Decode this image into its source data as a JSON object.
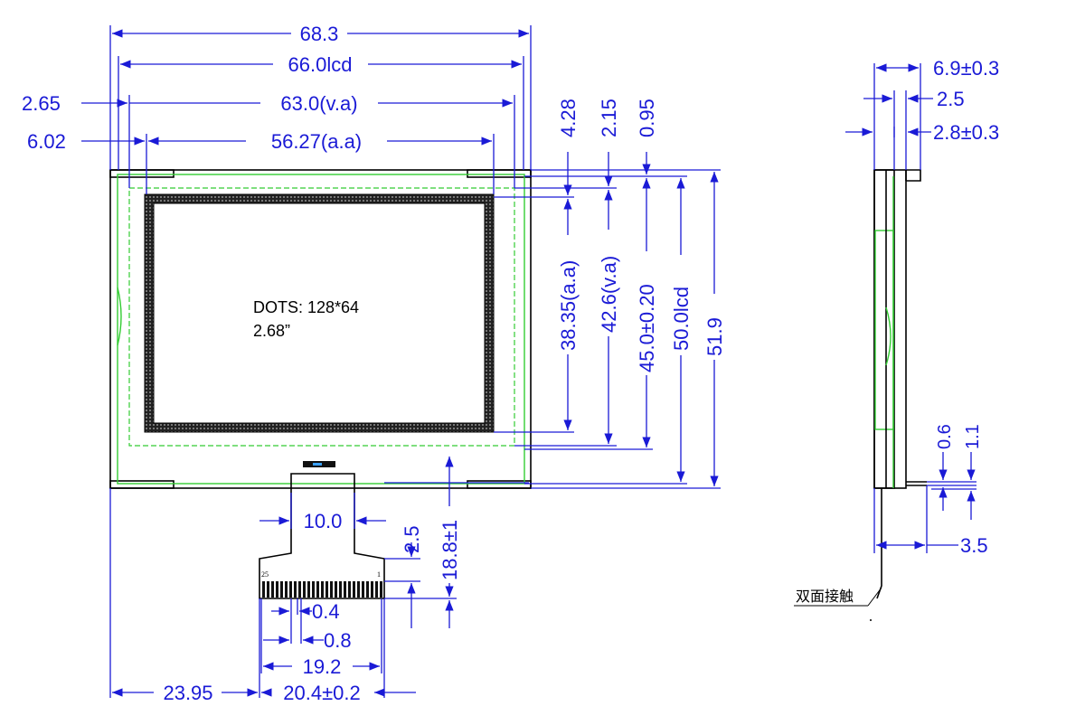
{
  "front_view": {
    "dims_top": {
      "overall_width": "68.3",
      "lcd_width": "66.0lcd",
      "va_width": "63.0(v.a)",
      "aa_width": "56.27(a.a)",
      "va_offset": "2.65",
      "aa_offset": "6.02"
    },
    "dims_right": {
      "top_aa_offset": "4.28",
      "top_va_offset": "2.15",
      "top_lcd_offset": "0.95",
      "aa_height": "38.35(a.a)",
      "va_height": "42.6(v.a)",
      "panel_height": "45.0±0.20",
      "lcd_height": "50.0lcd",
      "overall_height": "51.9"
    },
    "display_text": {
      "dots": "DOTS:  128*64",
      "size": "2.68”"
    },
    "fpc": {
      "fpc_width": "10.0",
      "tab_height": "2.5",
      "fpc_length": "18.8±1",
      "pin_width": "0.4",
      "pin_pitch": "0.8",
      "pin_span": "19.2",
      "tail_width": "20.4±0.2",
      "tail_offset": "23.95",
      "pin_first_label": "25",
      "pin_last_label": "1"
    }
  },
  "side_view": {
    "total_thickness": "6.9±0.3",
    "glass_thickness": "2.5",
    "backlight_thickness": "2.8±0.3",
    "contact_thickness": "0.6",
    "contact_overall": "1.1",
    "fpc_bend": "3.5",
    "contact_note": "双面接触"
  }
}
